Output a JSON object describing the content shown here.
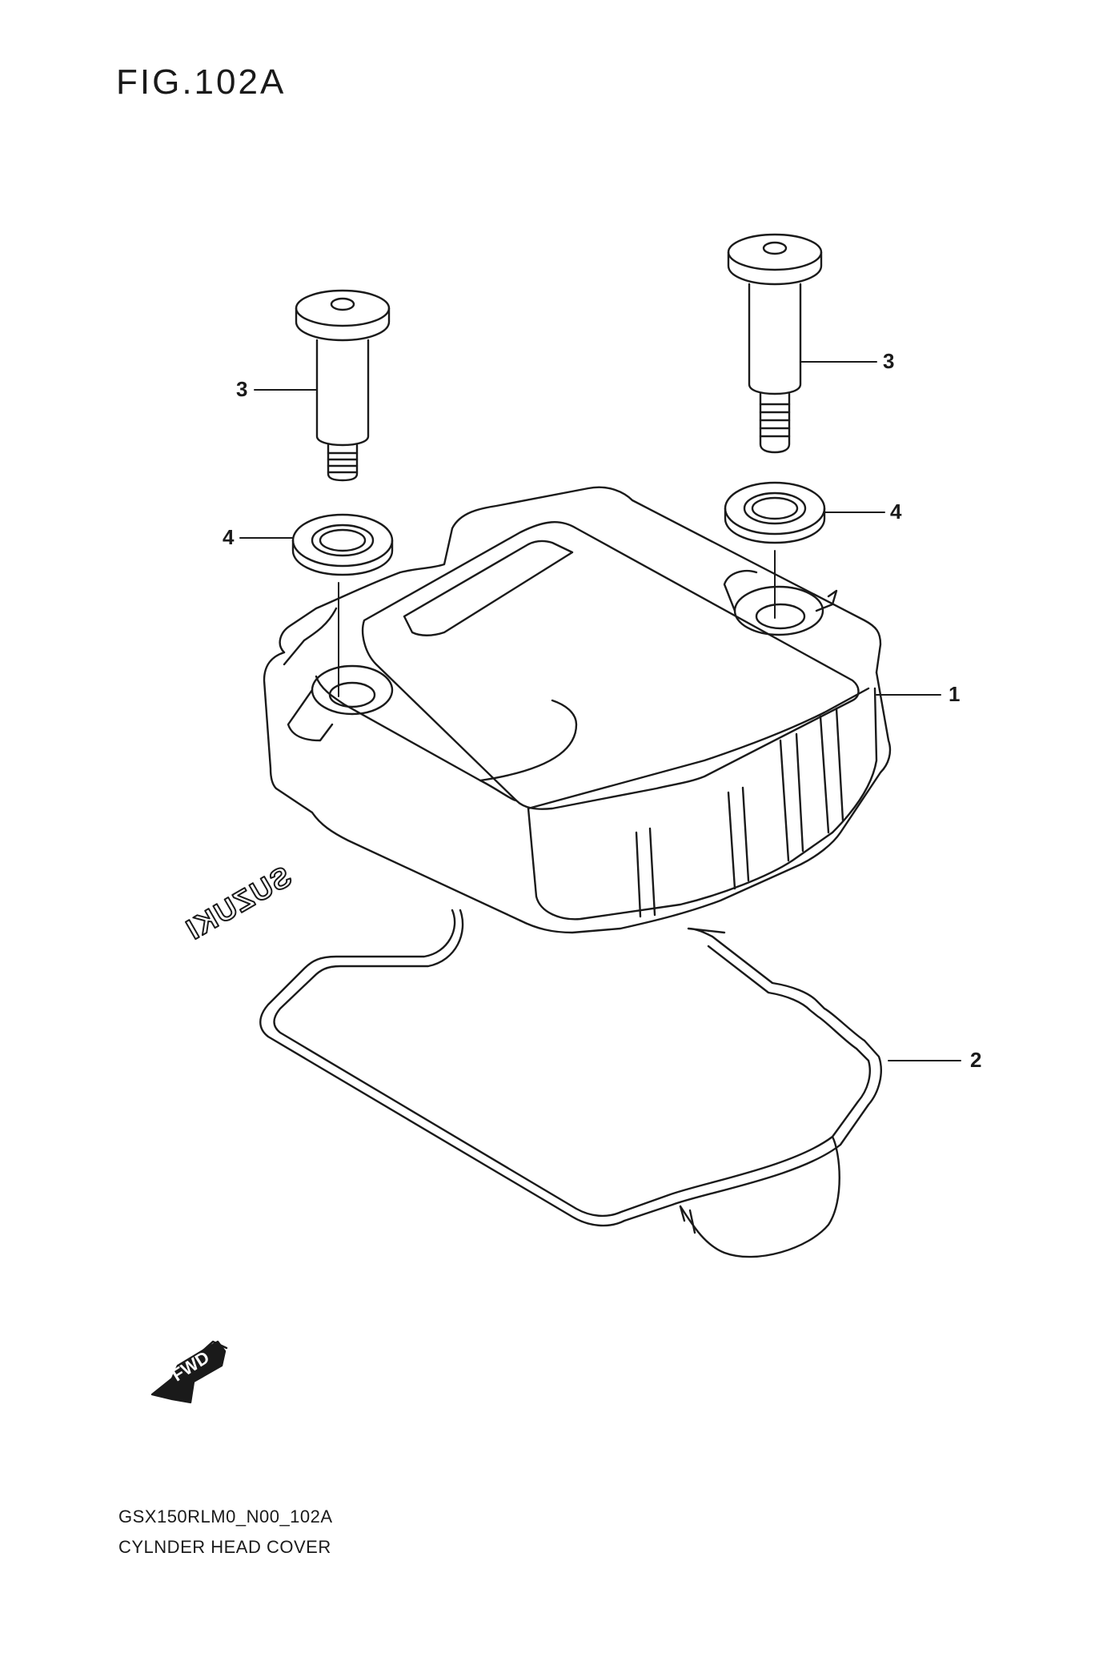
{
  "figure": {
    "title": "FIG.102A"
  },
  "callouts": {
    "part1": "1",
    "part2": "2",
    "part3_left": "3",
    "part3_right": "3",
    "part4_left": "4",
    "part4_right": "4"
  },
  "cover": {
    "logo_text": "SUZUKI"
  },
  "fwd": {
    "label": "FWD"
  },
  "footer": {
    "code": "GSX150RLM0_N00_102A",
    "name": "CYLNDER HEAD COVER"
  }
}
